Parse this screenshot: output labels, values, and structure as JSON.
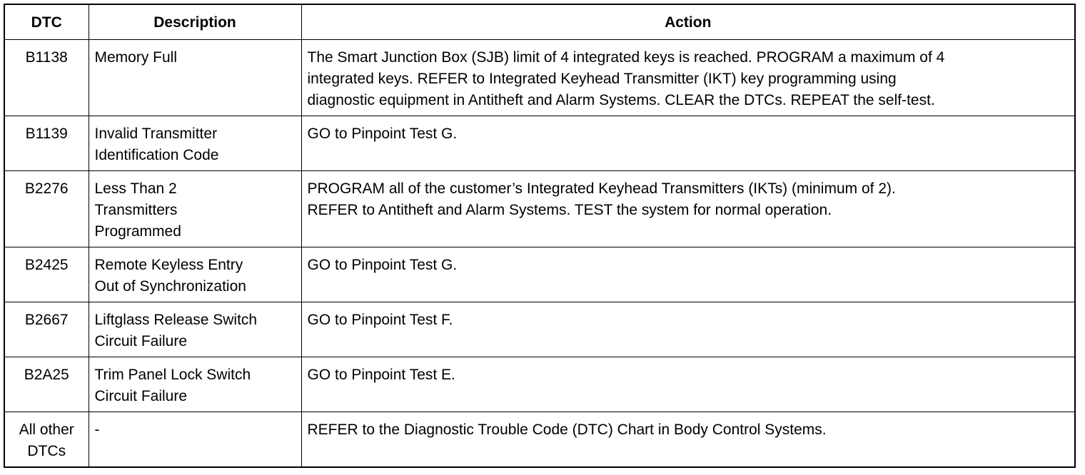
{
  "headers": {
    "dtc": "DTC",
    "description": "Description",
    "action": "Action"
  },
  "rows": [
    {
      "dtc": "B1138",
      "description": "Memory Full",
      "action": "The Smart Junction Box (SJB) limit of 4 integrated keys is reached. PROGRAM a maximum of 4\nintegrated keys. REFER to Integrated Keyhead Transmitter (IKT) key programming using\ndiagnostic equipment in Antitheft and Alarm Systems. CLEAR the DTCs. REPEAT the self-test."
    },
    {
      "dtc": "B1139",
      "description": "Invalid Transmitter\nIdentification Code",
      "action": "GO to Pinpoint Test G."
    },
    {
      "dtc": "B2276",
      "description": "Less Than 2\nTransmitters\nProgrammed",
      "action": "PROGRAM all of the customer’s Integrated Keyhead Transmitters (IKTs) (minimum of 2).\nREFER to Antitheft and Alarm Systems. TEST the system for normal operation."
    },
    {
      "dtc": "B2425",
      "description": "Remote Keyless Entry\nOut of Synchronization",
      "action": "GO to Pinpoint Test G."
    },
    {
      "dtc": "B2667",
      "description": "Liftglass Release Switch\nCircuit Failure",
      "action": "GO to Pinpoint Test F."
    },
    {
      "dtc": "B2A25",
      "description": "Trim Panel Lock Switch\nCircuit Failure",
      "action": "GO to Pinpoint Test E."
    },
    {
      "dtc": "All other\nDTCs",
      "description": "-",
      "action": "REFER to the Diagnostic Trouble Code (DTC) Chart in Body Control Systems."
    }
  ]
}
